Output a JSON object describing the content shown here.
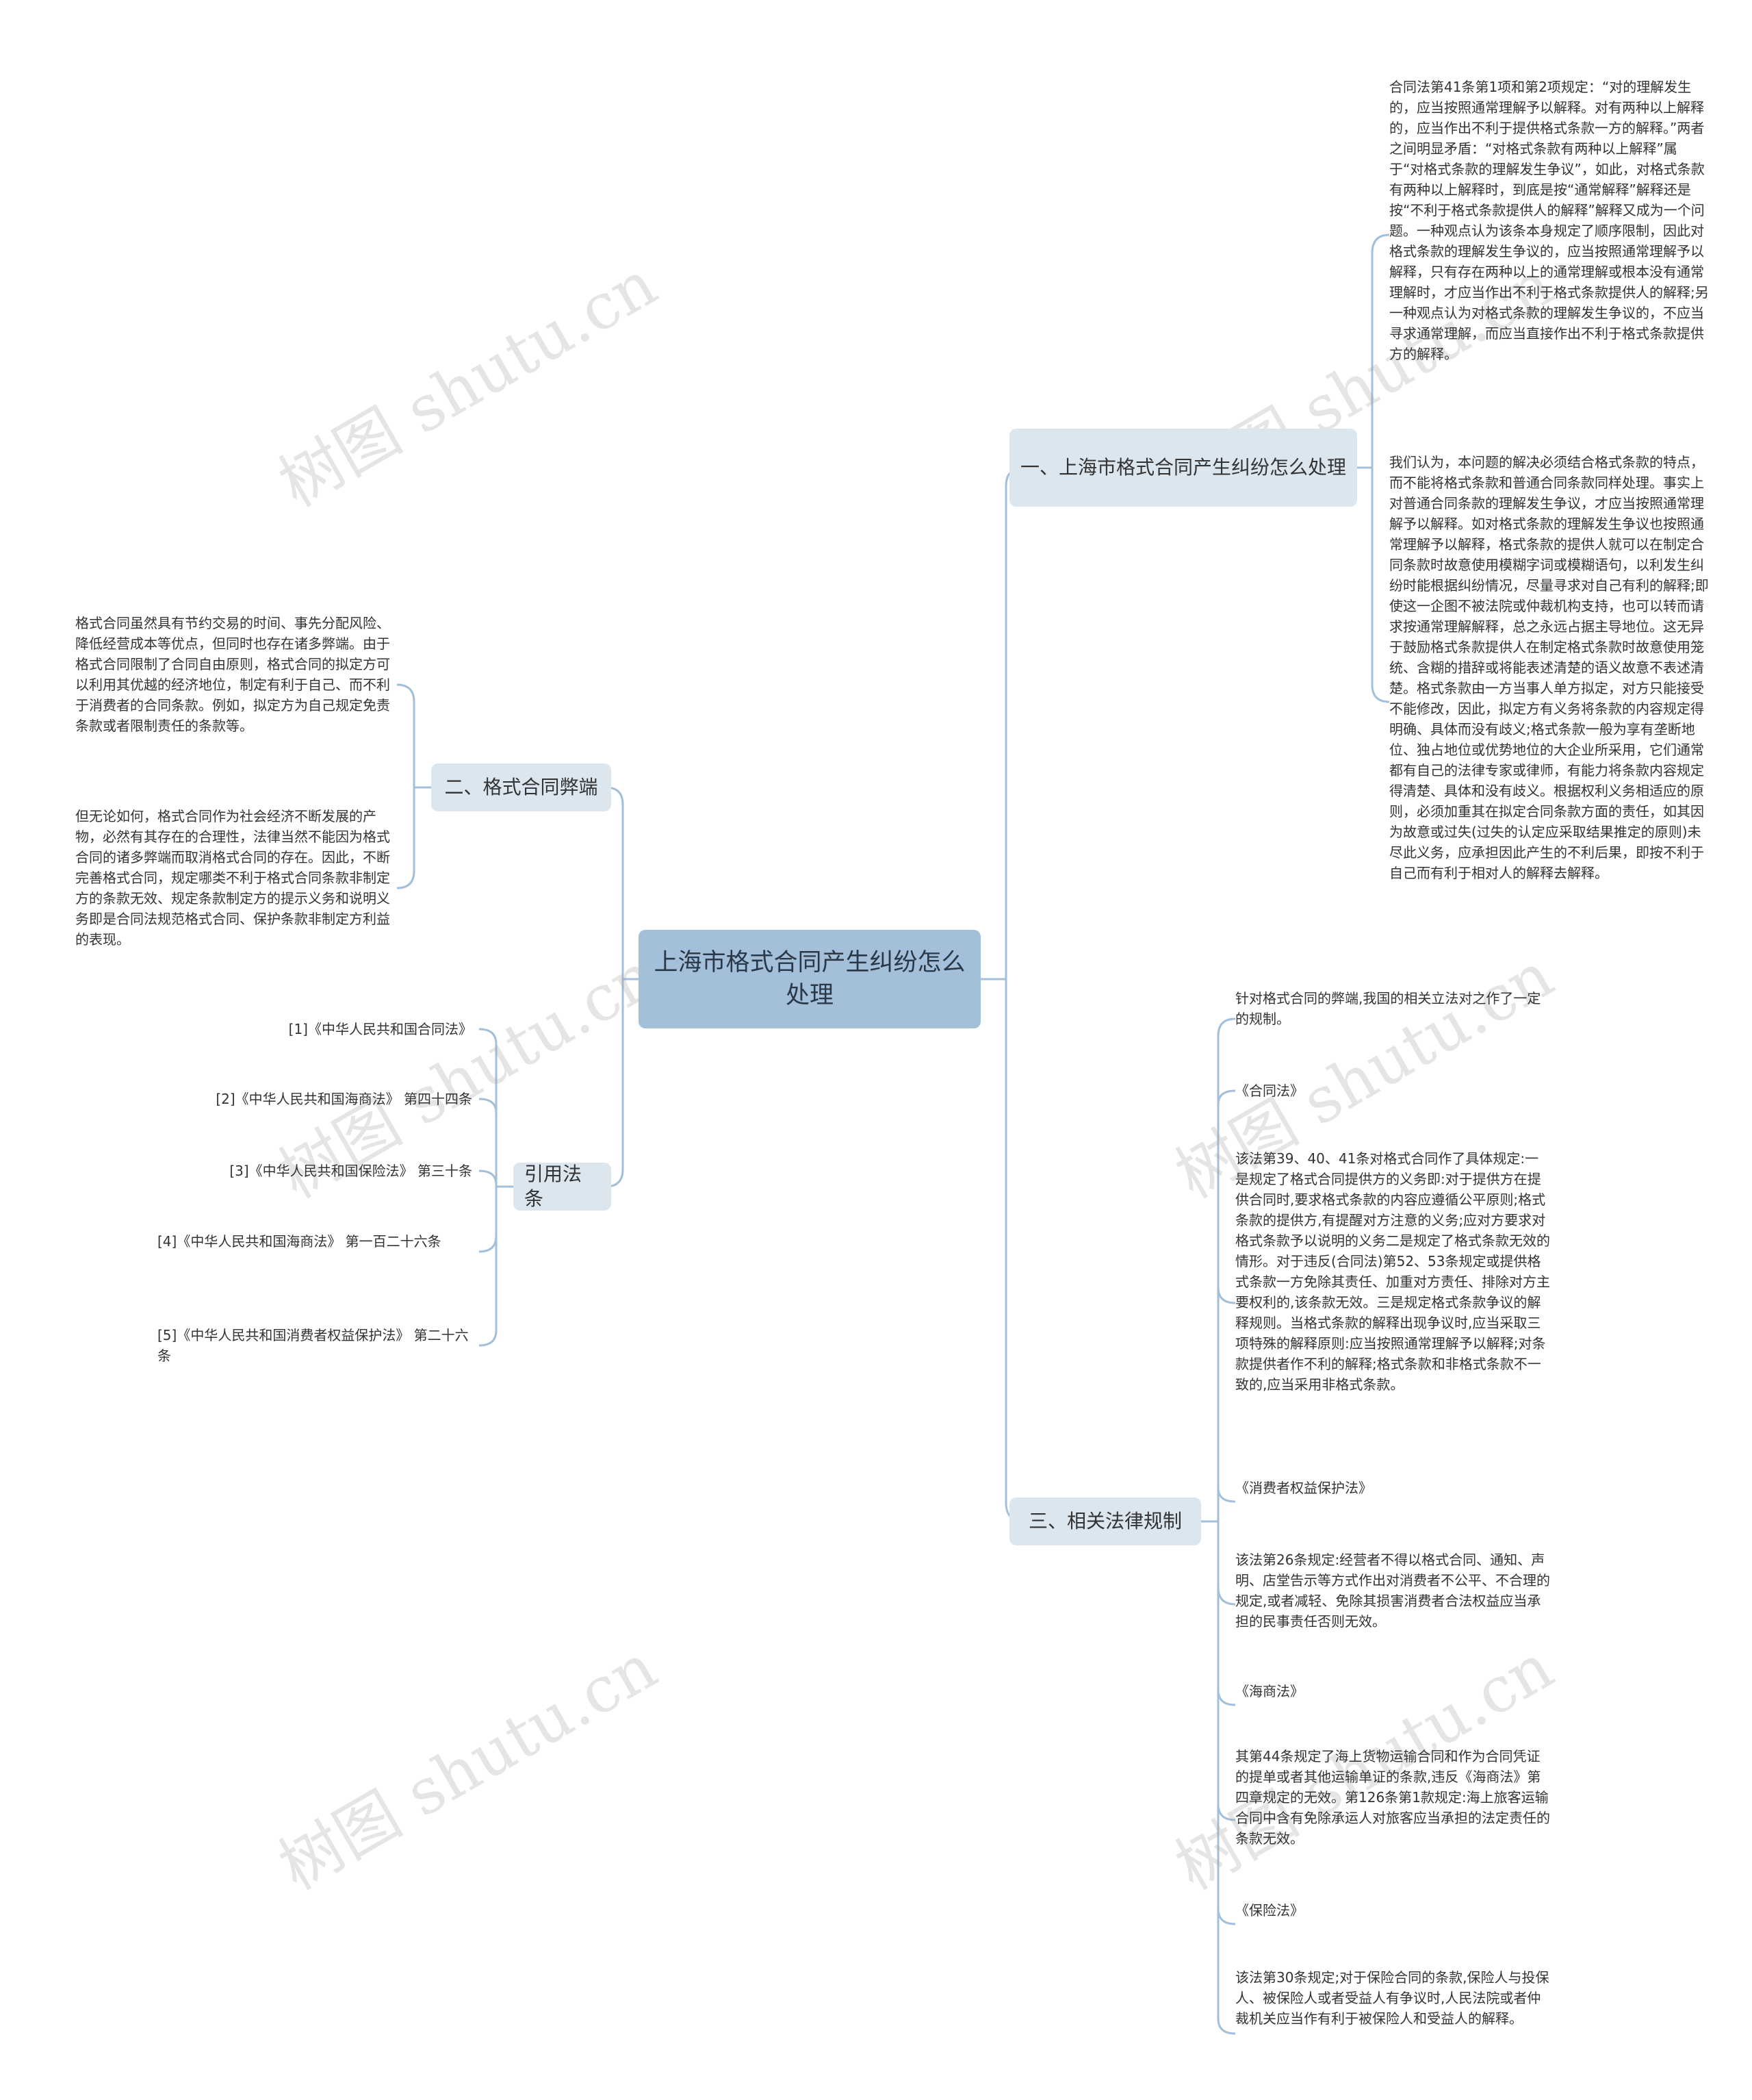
{
  "root": {
    "label": "上海市格式合同产生纠纷怎么处理"
  },
  "branches": {
    "b1": {
      "label": "一、上海市格式合同产生纠纷怎么处理",
      "leaves": [
        "合同法第41条第1项和第2项规定：“对的理解发生的，应当按照通常理解予以解释。对有两种以上解释的，应当作出不利于提供格式条款一方的解释。”两者之间明显矛盾：“对格式条款有两种以上解释”属于“对格式条款的理解发生争议”，如此，对格式条款有两种以上解释时，到底是按“通常解释”解释还是按“不利于格式条款提供人的解释”解释又成为一个问题。一种观点认为该条本身规定了顺序限制，因此对格式条款的理解发生争议的，应当按照通常理解予以解释，只有存在两种以上的通常理解或根本没有通常理解时，才应当作出不利于格式条款提供人的解释;另一种观点认为对格式条款的理解发生争议的，不应当寻求通常理解，而应当直接作出不利于格式条款提供方的解释。",
        "我们认为，本问题的解决必须结合格式条款的特点，而不能将格式条款和普通合同条款同样处理。事实上对普通合同条款的理解发生争议，才应当按照通常理解予以解释。如对格式条款的理解发生争议也按照通常理解予以解释，格式条款的提供人就可以在制定合同条款时故意使用模糊字词或模糊语句，以利发生纠纷时能根据纠纷情况，尽量寻求对自己有利的解释;即使这一企图不被法院或仲裁机构支持，也可以转而请求按通常理解解释，总之永远占据主导地位。这无异于鼓励格式条款提供人在制定格式条款时故意使用笼统、含糊的措辞或将能表述清楚的语义故意不表述清楚。格式条款由一方当事人单方拟定，对方只能接受不能修改，因此，拟定方有义务将条款的内容规定得明确、具体而没有歧义;格式条款一般为享有垄断地位、独占地位或优势地位的大企业所采用，它们通常都有自己的法律专家或律师，有能力将条款内容规定得清楚、具体和没有歧义。根据权利义务相适应的原则，必须加重其在拟定合同条款方面的责任，如其因为故意或过失(过失的认定应采取结果推定的原则)未尽此义务，应承担因此产生的不利后果，即按不利于自己而有利于相对人的解释去解释。"
      ]
    },
    "b2": {
      "label": "二、格式合同弊端",
      "leaves": [
        "格式合同虽然具有节约交易的时间、事先分配风险、降低经营成本等优点，但同时也存在诸多弊端。由于格式合同限制了合同自由原则，格式合同的拟定方可以利用其优越的经济地位，制定有利于自己、而不利于消费者的合同条款。例如，拟定方为自己规定免责条款或者限制责任的条款等。",
        "但无论如何，格式合同作为社会经济不断发展的产物，必然有其存在的合理性，法律当然不能因为格式合同的诸多弊端而取消格式合同的存在。因此，不断完善格式合同，规定哪类不利于格式合同条款非制定方的条款无效、规定条款制定方的提示义务和说明义务即是合同法规范格式合同、保护条款非制定方利益的表现。"
      ]
    },
    "b3": {
      "label": "三、相关法律规制",
      "leaves": [
        "针对格式合同的弊端,我国的相关立法对之作了一定的规制。",
        "《合同法》",
        "该法第39、40、41条对格式合同作了具体规定:一是规定了格式合同提供方的义务即:对于提供方在提供合同时,要求格式条款的内容应遵循公平原则;格式条款的提供方,有提醒对方注意的义务;应对方要求对格式条款予以说明的义务二是规定了格式条款无效的情形。对于违反(合同法)第52、53条规定或提供格式条款一方免除其责任、加重对方责任、排除对方主要权利的,该条款无效。三是规定格式条款争议的解释规则。当格式条款的解释出现争议时,应当采取三项特殊的解释原则:应当按照通常理解予以解释;对条款提供者作不利的解释;格式条款和非格式条款不一致的,应当采用非格式条款。",
        "《消费者权益保护法》",
        "该法第26条规定:经营者不得以格式合同、通知、声明、店堂告示等方式作出对消费者不公平、不合理的规定,或者减轻、免除其损害消费者合法权益应当承担的民事责任否则无效。",
        "《海商法》",
        "其第44条规定了海上货物运输合同和作为合同凭证的提单或者其他运输单证的条款,违反《海商法》第四章规定的无效。第126条第1款规定:海上旅客运输合同中含有免除承运人对旅客应当承担的法定责任的条款无效。",
        "《保险法》",
        "该法第30条规定;对于保险合同的条款,保险人与投保人、被保险人或者受益人有争议时,人民法院或者仲裁机关应当作有利于被保险人和受益人的解释。"
      ]
    },
    "b4": {
      "label": "引用法条",
      "leaves": [
        "[1]《中华人民共和国合同法》",
        "[2]《中华人民共和国海商法》 第四十四条",
        "[3]《中华人民共和国保险法》 第三十条",
        "[4]《中华人民共和国海商法》 第一百二十六条",
        "[5]《中华人民共和国消费者权益保护法》 第二十六条"
      ]
    }
  },
  "watermark": "树图 shutu.cn",
  "colors": {
    "root": "#a3bfd9",
    "branch": "#dce6ef",
    "line": "#a3bfd9"
  }
}
